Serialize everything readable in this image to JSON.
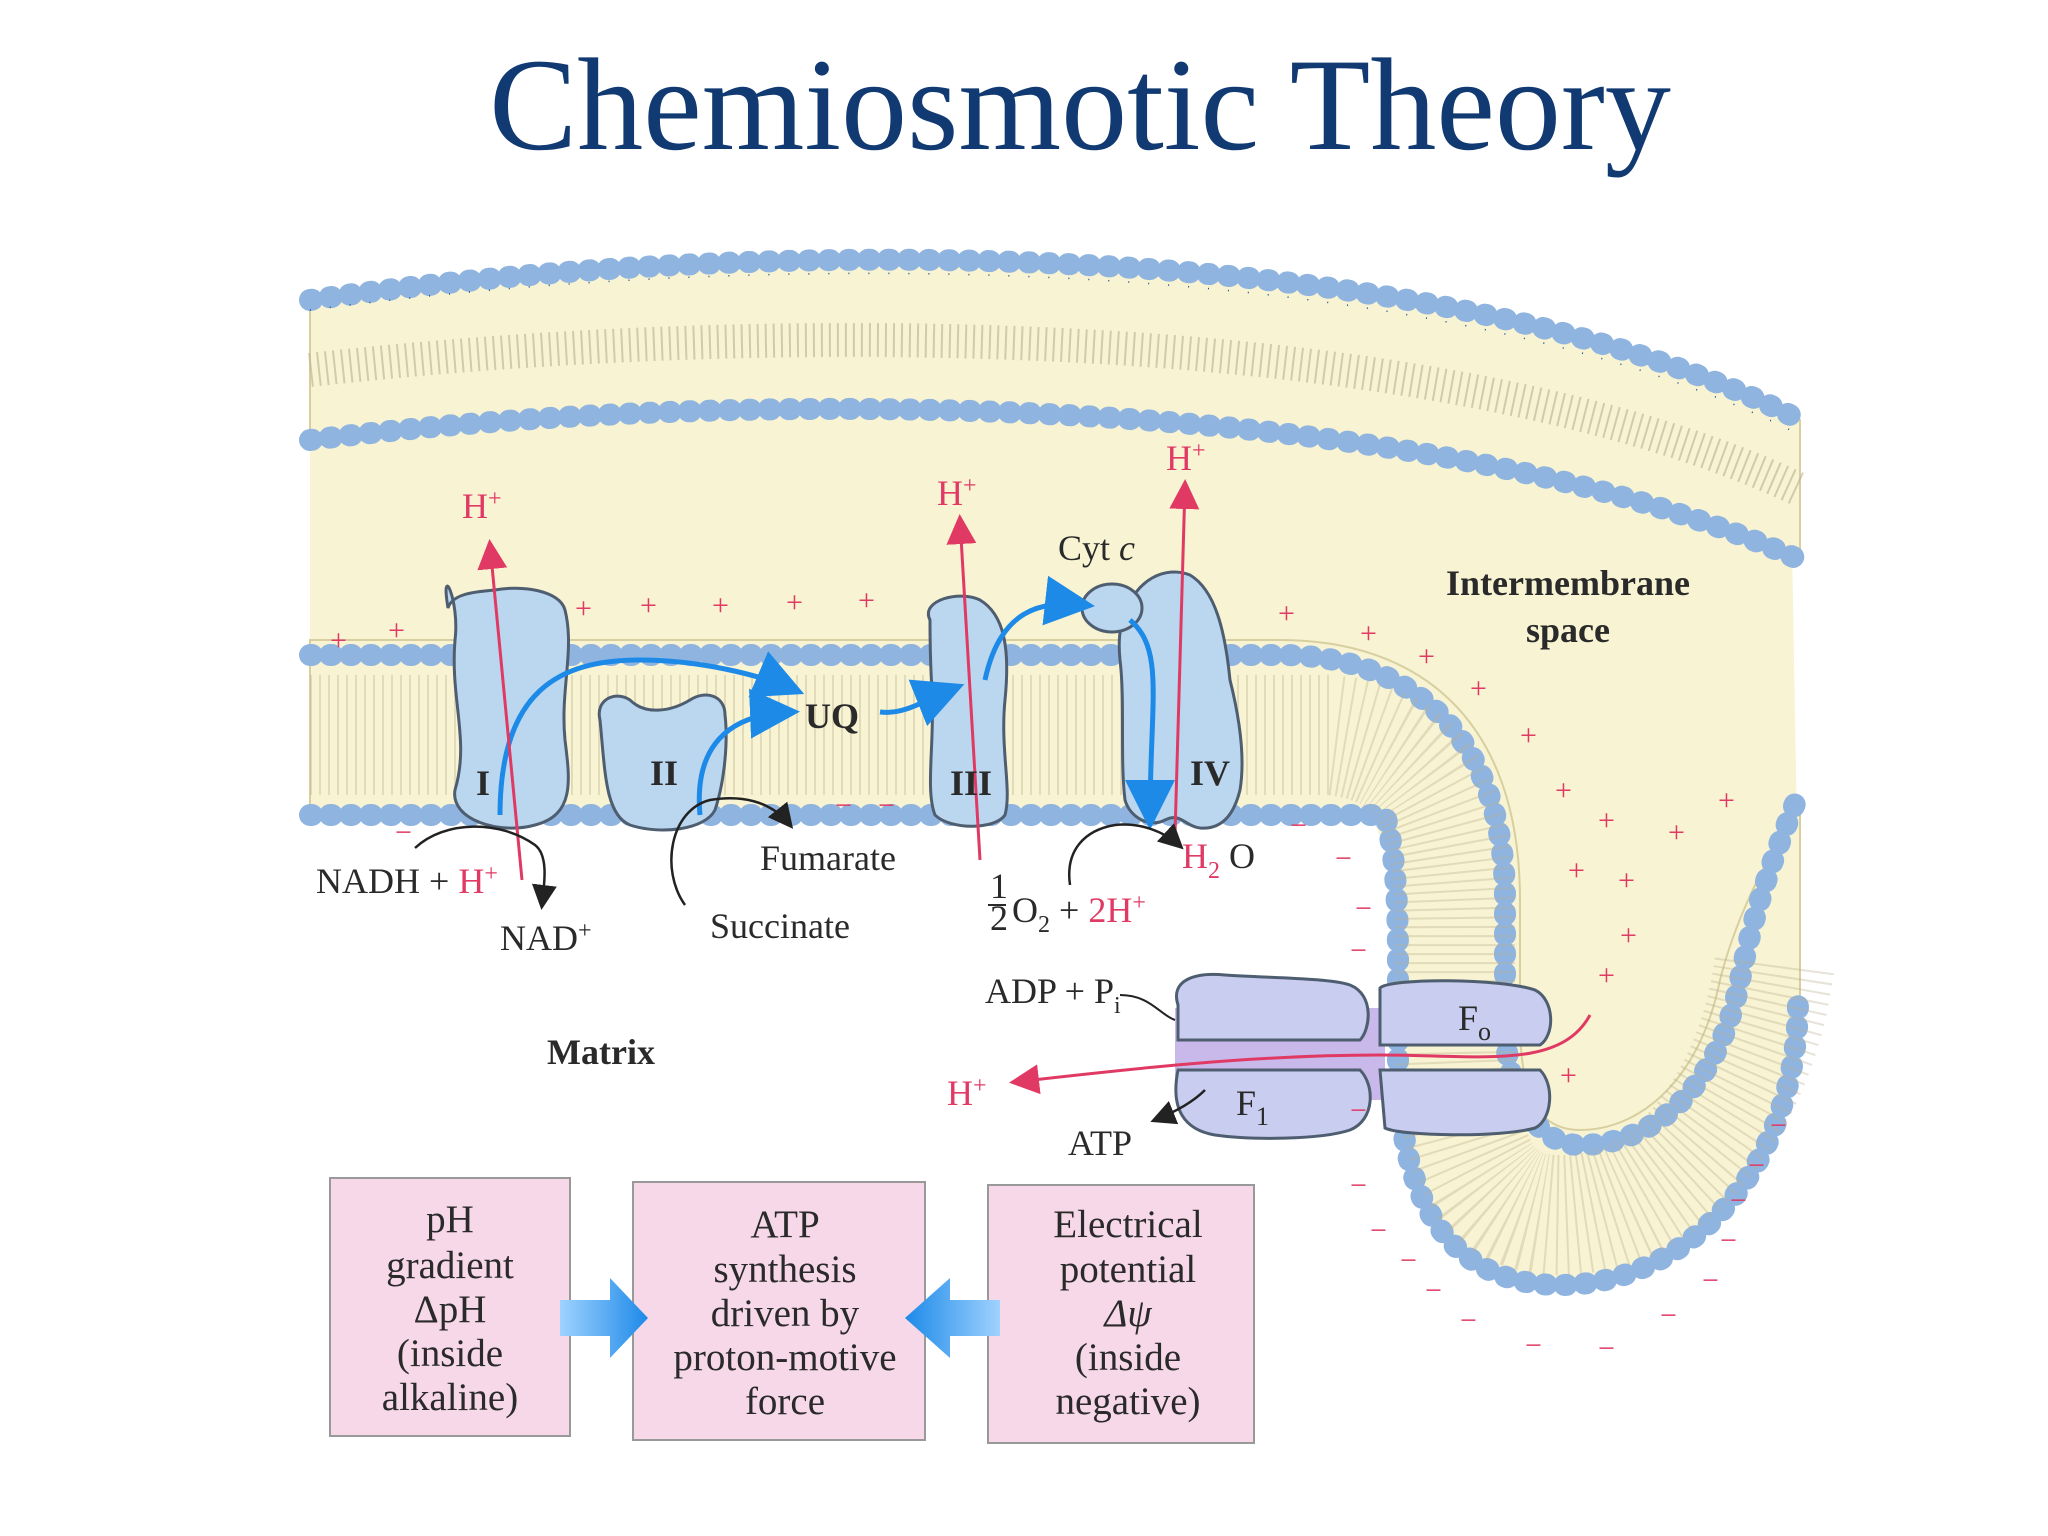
{
  "title": "Chemiosmotic Theory",
  "colors": {
    "title": "#123a72",
    "membrane_fill": "#f8f3d2",
    "head_group": "#8fb4e0",
    "protein": "#bad7ef",
    "proton_arrow": "#e03a64",
    "electron_arrow": "#1d8ae8",
    "box_fill": "#f6d8e8",
    "synthase": "#c9cdef"
  },
  "labels": {
    "proton": "H",
    "proton_sup": "+",
    "cyt_c": "Cyt ",
    "cyt_c_italic": "c",
    "intermembrane_1": "Intermembrane",
    "intermembrane_2": "space",
    "matrix": "Matrix",
    "uq": "UQ",
    "complex_1": "I",
    "complex_2": "II",
    "complex_3": "III",
    "complex_4": "IV",
    "nadh": "NADH",
    "plus": " + ",
    "nad": "NAD",
    "fumarate": "Fumarate",
    "succinate": "Succinate",
    "half_num": "1",
    "half_den": "2",
    "o2": "O",
    "o2_sub": "2",
    "two_h": "2H",
    "h2o_h": "H",
    "h2o_sub": "2",
    "h2o_o": " O",
    "adp_pi": "ADP + P",
    "pi_sub": "i",
    "atp": "ATP",
    "fo": "F",
    "fo_sub": "o",
    "f1": "F",
    "f1_sub": "1",
    "plus_sign": "+",
    "minus_sign": "−"
  },
  "boxes": {
    "ph": [
      "pH",
      "gradient",
      "ΔpH",
      "(inside",
      "alkaline)"
    ],
    "atp": [
      "ATP",
      "synthesis",
      "driven by",
      "proton-motive",
      "force"
    ],
    "electrical": [
      "Electrical",
      "potential",
      "Δψ",
      "(inside",
      "negative)"
    ]
  }
}
